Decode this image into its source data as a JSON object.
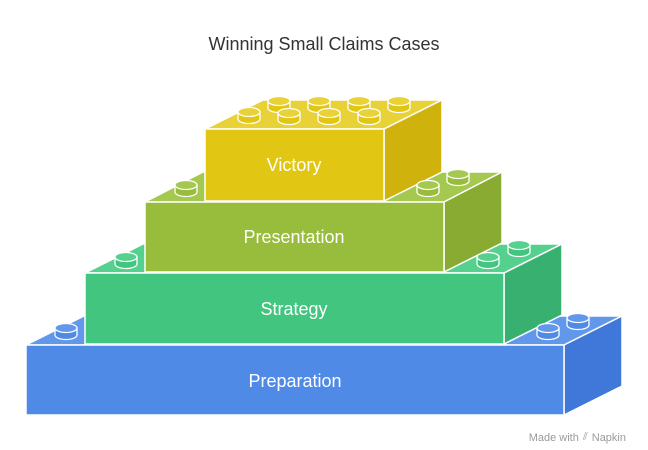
{
  "title": "Winning Small Claims Cases",
  "layers": [
    {
      "label": "Victory",
      "color": "#e1c613",
      "side": "#cfb20c",
      "top": "#e8d238"
    },
    {
      "label": "Presentation",
      "color": "#98bc3c",
      "side": "#89ab31",
      "top": "#a5c851"
    },
    {
      "label": "Strategy",
      "color": "#42c57f",
      "side": "#38b06f",
      "top": "#55d08e"
    },
    {
      "label": "Preparation",
      "color": "#4f8ae6",
      "side": "#3f78d8",
      "top": "#6298ec"
    }
  ],
  "footer": {
    "text": "Made with",
    "brand": "Napkin",
    "icon": "napkin-logo-icon"
  }
}
